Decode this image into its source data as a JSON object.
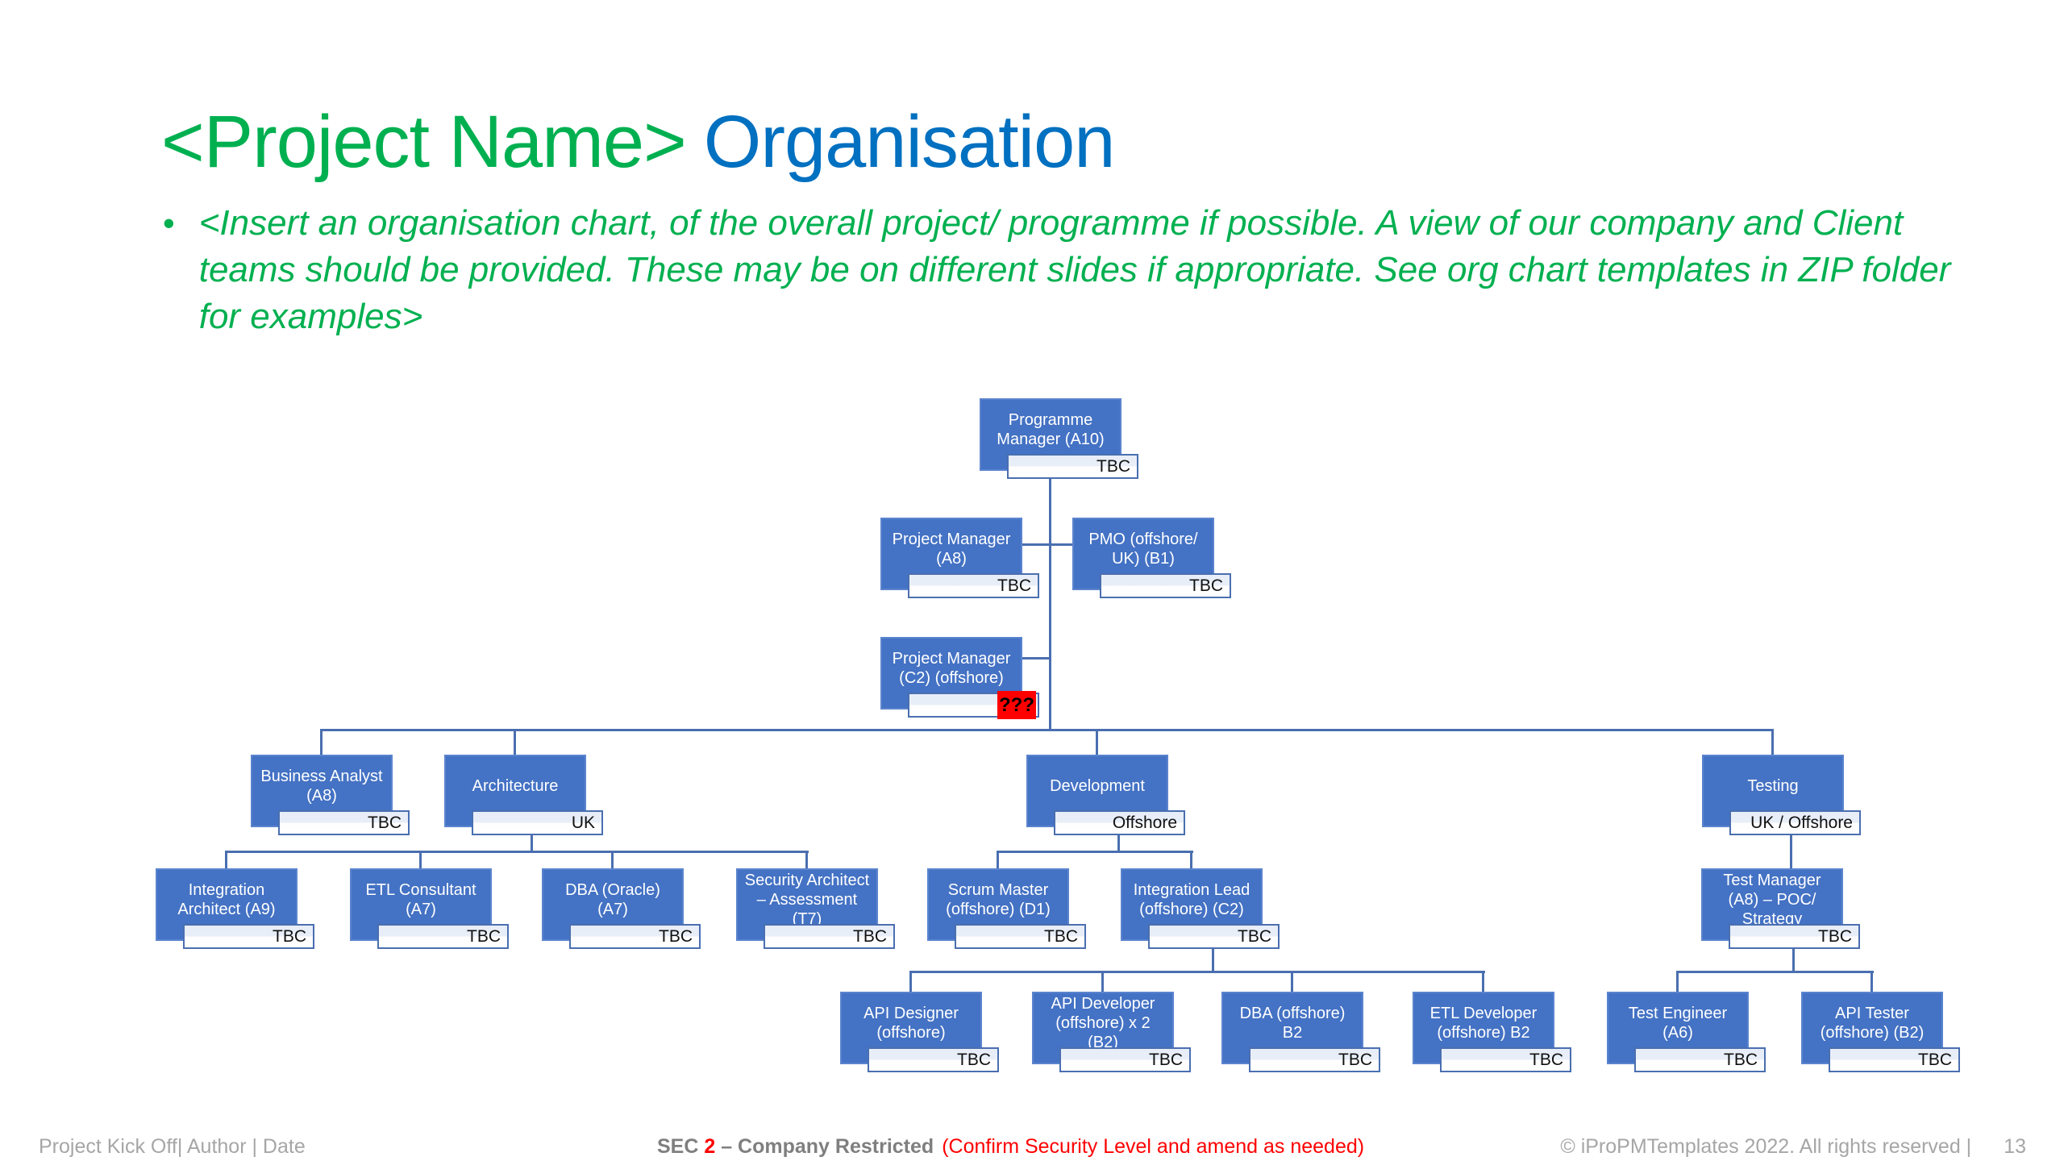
{
  "slide": {
    "title_project": "<Project Name>",
    "title_rest": "Organisation",
    "bullet_marker": "•",
    "bullet": "<Insert an organisation chart, of the overall project/ programme if possible. A view of our company and Client teams should be provided. These may be on different slides if appropriate. See org chart templates in ZIP folder for examples>"
  },
  "org_chart": {
    "nodes": [
      {
        "id": "programme-manager",
        "title": "Programme Manager (A10)",
        "tag": "TBC"
      },
      {
        "id": "project-manager-a8",
        "title": "Project Manager (A8)",
        "tag": "TBC"
      },
      {
        "id": "pmo",
        "title": "PMO (offshore/ UK) (B1)",
        "tag": "TBC"
      },
      {
        "id": "project-manager-c2",
        "title": "Project Manager (C2) (offshore)",
        "tag": "???",
        "tag_alert": true
      },
      {
        "id": "business-analyst",
        "title": "Business Analyst (A8)",
        "tag": "TBC"
      },
      {
        "id": "architecture",
        "title": "Architecture",
        "tag": "UK"
      },
      {
        "id": "development",
        "title": "Development",
        "tag": "Offshore"
      },
      {
        "id": "testing",
        "title": "Testing",
        "tag": "UK / Offshore"
      },
      {
        "id": "integration-architect",
        "title": "Integration Architect (A9)",
        "tag": "TBC"
      },
      {
        "id": "etl-consultant",
        "title": "ETL Consultant (A7)",
        "tag": "TBC"
      },
      {
        "id": "dba-oracle",
        "title": "DBA (Oracle) (A7)",
        "tag": "TBC"
      },
      {
        "id": "security-architect",
        "title": "Security Architect – Assessment (T7)",
        "tag": "TBC"
      },
      {
        "id": "scrum-master",
        "title": "Scrum Master (offshore) (D1)",
        "tag": "TBC"
      },
      {
        "id": "integration-lead",
        "title": "Integration Lead (offshore) (C2)",
        "tag": "TBC"
      },
      {
        "id": "test-manager",
        "title": "Test Manager (A8) – POC/ Strategy",
        "tag": "TBC"
      },
      {
        "id": "api-designer",
        "title": "API Designer (offshore)",
        "tag": "TBC"
      },
      {
        "id": "api-developer",
        "title": "API Developer (offshore) x 2 (B2)",
        "tag": "TBC"
      },
      {
        "id": "dba-offshore",
        "title": "DBA (offshore) B2",
        "tag": "TBC"
      },
      {
        "id": "etl-developer",
        "title": "ETL Developer (offshore) B2",
        "tag": "TBC"
      },
      {
        "id": "test-engineer",
        "title": "Test Engineer (A6)",
        "tag": "TBC"
      },
      {
        "id": "api-tester",
        "title": "API Tester (offshore) (B2)",
        "tag": "TBC"
      }
    ]
  },
  "footer": {
    "left": "Project Kick Off| Author | Date",
    "sec_label": "SEC ",
    "sec_level": "2",
    "sec_rest": " – Company Restricted",
    "sec_warning": "(Confirm Security Level and amend as needed)",
    "copyright": "© iProPMTemplates 2022. All rights reserved  |",
    "page_number": "13"
  },
  "colors": {
    "title_green": "#00B050",
    "title_blue": "#0070C0",
    "box_blue": "#4472C4",
    "connector_blue": "#4a6fb0",
    "alert_red": "#FF0000",
    "footer_gray": "#A6A6A6"
  }
}
